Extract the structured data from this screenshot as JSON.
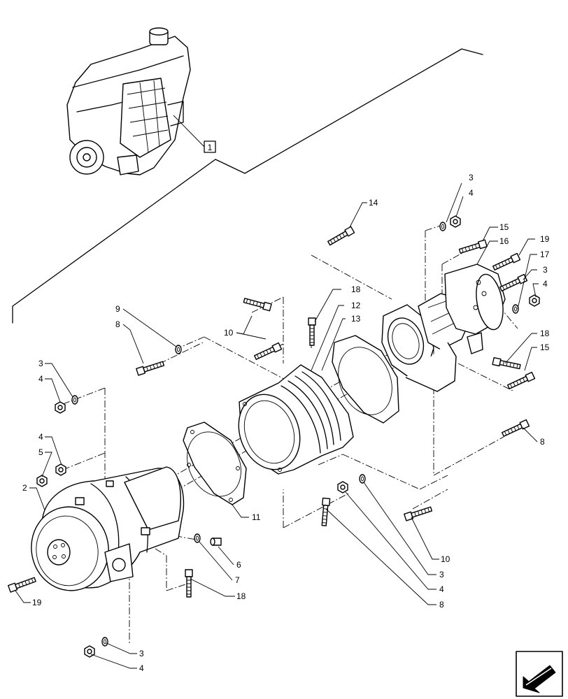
{
  "diagram": {
    "group_reference": "1",
    "labels": [
      {
        "id": "l1",
        "text": "3"
      },
      {
        "id": "l2",
        "text": "4"
      },
      {
        "id": "l3",
        "text": "14"
      },
      {
        "id": "l4",
        "text": "15"
      },
      {
        "id": "l5",
        "text": "16"
      },
      {
        "id": "l6",
        "text": "19"
      },
      {
        "id": "l7",
        "text": "17"
      },
      {
        "id": "l8",
        "text": "3"
      },
      {
        "id": "l9",
        "text": "4"
      },
      {
        "id": "l10",
        "text": "18"
      },
      {
        "id": "l11",
        "text": "12"
      },
      {
        "id": "l12",
        "text": "13"
      },
      {
        "id": "l13",
        "text": "9"
      },
      {
        "id": "l14",
        "text": "8"
      },
      {
        "id": "l15",
        "text": "10"
      },
      {
        "id": "l16",
        "text": "18"
      },
      {
        "id": "l17",
        "text": "15"
      },
      {
        "id": "l18",
        "text": "3"
      },
      {
        "id": "l19",
        "text": "4"
      },
      {
        "id": "l20",
        "text": "4"
      },
      {
        "id": "l21",
        "text": "5"
      },
      {
        "id": "l22",
        "text": "8"
      },
      {
        "id": "l23",
        "text": "2"
      },
      {
        "id": "l24",
        "text": "11"
      },
      {
        "id": "l25",
        "text": "6"
      },
      {
        "id": "l26",
        "text": "7"
      },
      {
        "id": "l27",
        "text": "18"
      },
      {
        "id": "l28",
        "text": "19"
      },
      {
        "id": "l29",
        "text": "10"
      },
      {
        "id": "l30",
        "text": "3"
      },
      {
        "id": "l31",
        "text": "4"
      },
      {
        "id": "l32",
        "text": "8"
      },
      {
        "id": "l33",
        "text": "3"
      },
      {
        "id": "l34",
        "text": "4"
      }
    ],
    "nav_icon": "page-forward-arrow-icon"
  }
}
